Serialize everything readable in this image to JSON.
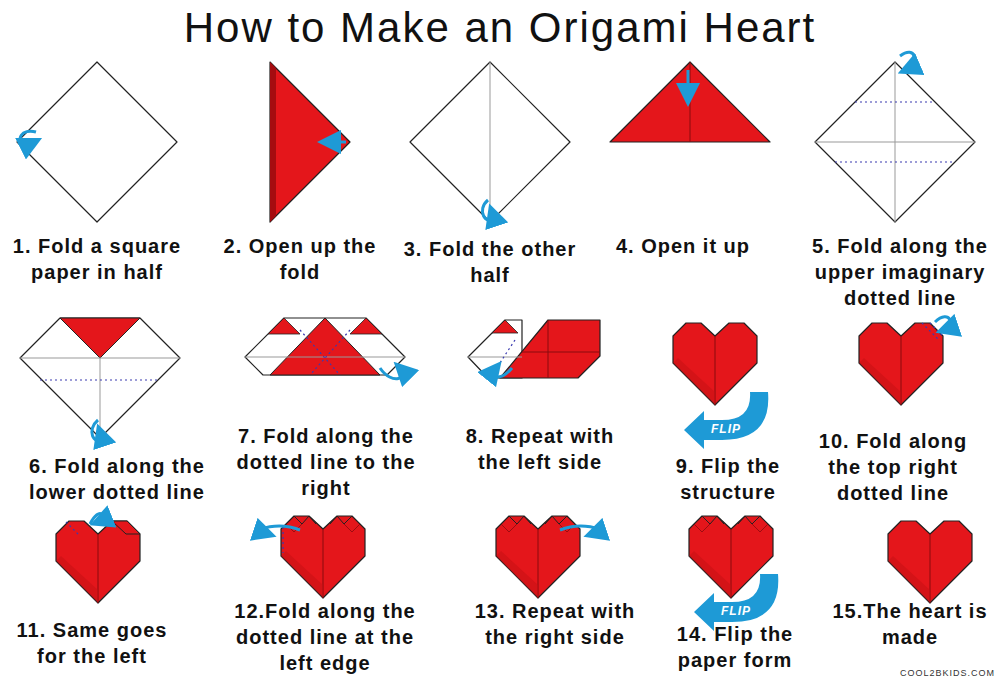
{
  "diagram": {
    "title": "How to Make an Origami Heart",
    "labels": [
      "1. Fold a square paper in half",
      "2. Open up the fold",
      "3. Fold the other half",
      "4. Open it up",
      "5. Fold along the upper imaginary dotted line",
      "6. Fold along the lower dotted line",
      "7. Fold along the dotted line to the right",
      "8. Repeat with the left side",
      "9. Flip the structure",
      "10. Fold along the top right dotted line",
      "11. Same goes for the left",
      "12.Fold along the dotted line at the left edge",
      "13. Repeat with the right side",
      "14. Flip the paper form",
      "15.The heart is made",
      "FLIP",
      "FLIP",
      "COOL2BKIDS.COM"
    ]
  }
}
